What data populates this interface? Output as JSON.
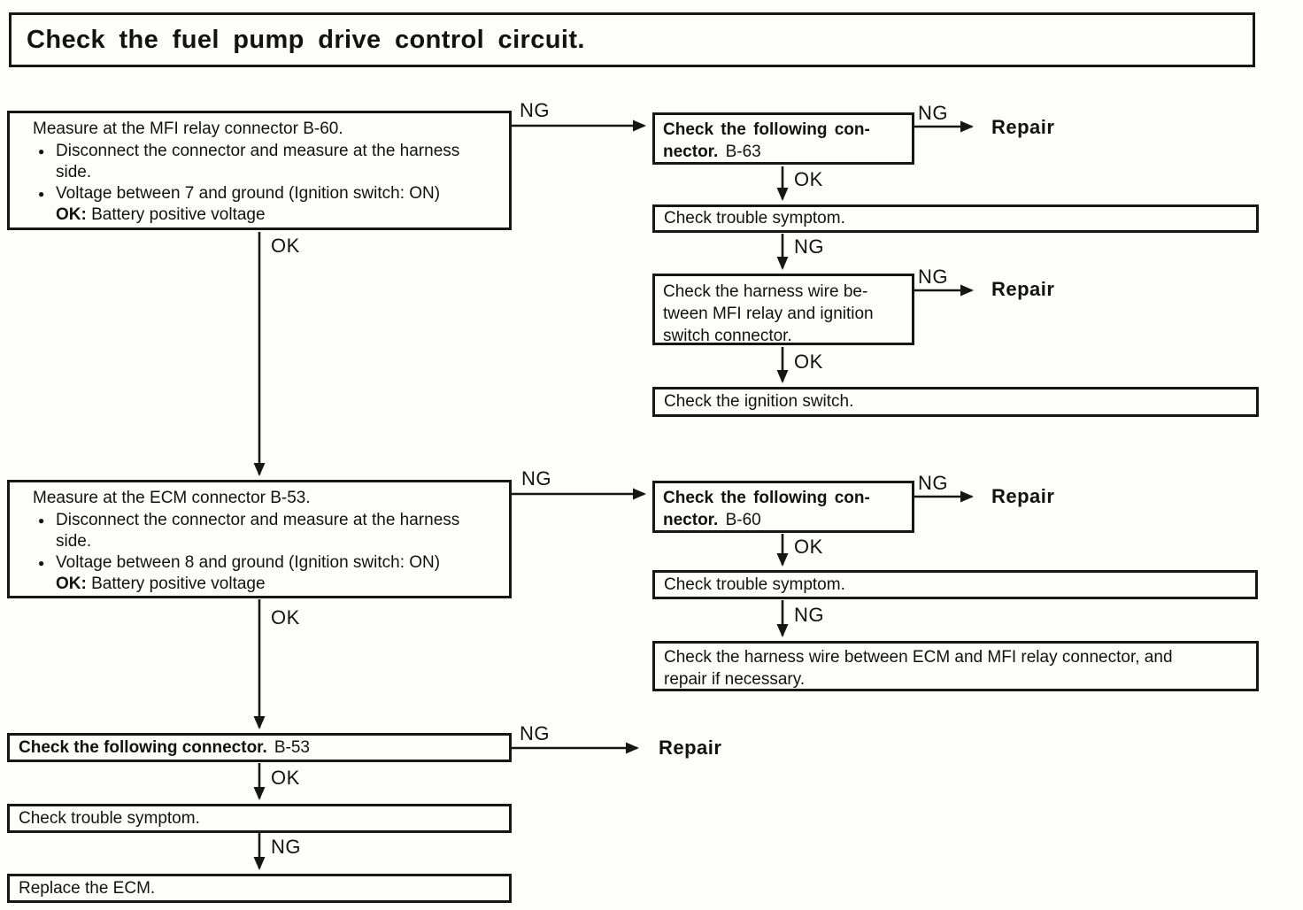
{
  "header": {
    "title": "Check the fuel pump drive control circuit."
  },
  "icons": {
    "bullet": "●"
  },
  "nodes": {
    "measure_mfi_relay": {
      "title": "Measure at the MFI relay connector B-60.",
      "bullet1_line1": "Disconnect the connector and measure at the harness",
      "bullet1_line2": "side.",
      "bullet2": "Voltage between 7 and ground (Ignition switch: ON)",
      "result_label": "OK:",
      "result_value": "Battery positive voltage"
    },
    "check_connector_b63": {
      "line1": "Check the following con-",
      "line2_bold": "nector.",
      "line2_code": "B-63"
    },
    "check_trouble_symptom_top": {
      "text": "Check trouble symptom."
    },
    "check_harness_mfi_ignition": {
      "lines": [
        "Check the harness wire be-",
        "tween MFI relay and ignition",
        "switch connector."
      ]
    },
    "check_ignition_switch": {
      "text": "Check the ignition switch."
    },
    "measure_ecm": {
      "title": "Measure at the ECM connector B-53.",
      "bullet1_line1": "Disconnect the connector and measure at the harness",
      "bullet1_line2": "side.",
      "bullet2": "Voltage between 8 and ground (Ignition switch: ON)",
      "result_label": "OK:",
      "result_value": "Battery positive voltage"
    },
    "check_connector_b60": {
      "line1": "Check the following con-",
      "line2_bold": "nector.",
      "line2_code": "B-60"
    },
    "check_trouble_symptom_mid": {
      "text": "Check trouble symptom."
    },
    "check_harness_ecm_mfi": {
      "lines": [
        "Check the harness wire between ECM and MFI relay connector, and",
        "repair if necessary."
      ]
    },
    "check_connector_b53": {
      "text_bold": "Check the following connector.",
      "code": "B-53"
    },
    "check_trouble_symptom_bottom": {
      "text": "Check trouble symptom."
    },
    "replace_ecm": {
      "text": "Replace the ECM."
    }
  },
  "edge_labels": {
    "mfi_to_b63": "NG",
    "b63_to_repair": "NG",
    "b63_to_symptom": "OK",
    "symptom_to_harness": "NG",
    "harness_to_repair": "NG",
    "harness_to_ignition": "OK",
    "mfi_to_ecm": "OK",
    "ecm_to_b60": "NG",
    "b60_to_repair": "NG",
    "b60_to_symptom": "OK",
    "symptom_to_harness2": "NG",
    "ecm_to_b53": "OK",
    "b53_to_repair": "NG",
    "b53_to_symptom": "OK",
    "symptom_to_replace": "NG"
  },
  "terminals": {
    "repair_1": "Repair",
    "repair_2": "Repair",
    "repair_3": "Repair",
    "repair_4": "Repair"
  }
}
